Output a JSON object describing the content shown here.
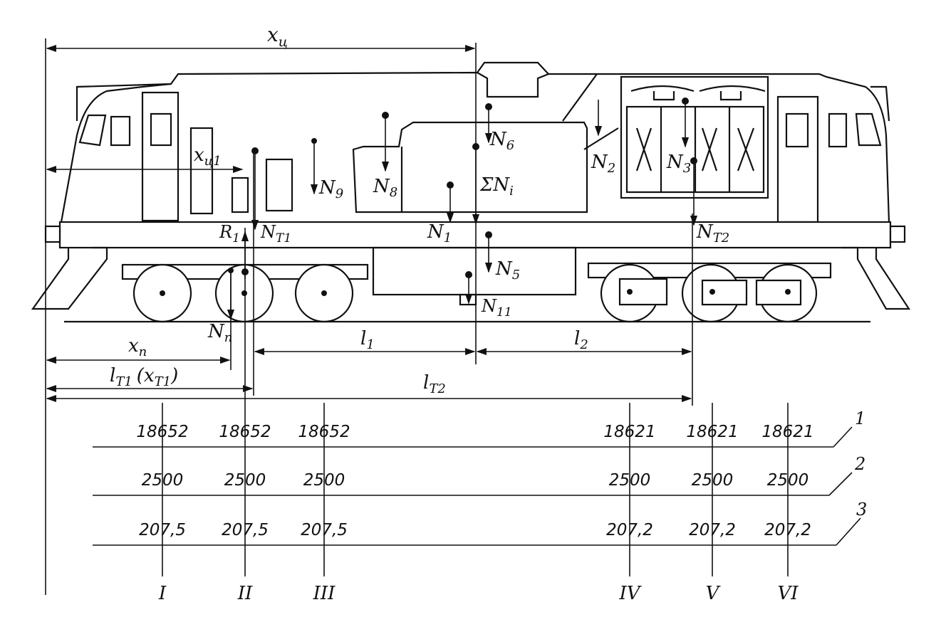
{
  "labels": {
    "x_c": "x",
    "x_c_sub": "ц",
    "x_c1": "x",
    "x_c1_sub": "ц1",
    "N9": "N",
    "N9_sub": "9",
    "N8": "N",
    "N8_sub": "8",
    "N6": "N",
    "N6_sub": "6",
    "sumNi": "ΣN",
    "sumNi_sub": "i",
    "N2": "N",
    "N2_sub": "2",
    "N3": "N",
    "N3_sub": "3",
    "R1": "R",
    "R1_sub": "1",
    "NT1": "N",
    "NT1_sub": "T1",
    "N1": "N",
    "N1_sub": "1",
    "NT2": "N",
    "NT2_sub": "T2",
    "N5": "N",
    "N5_sub": "5",
    "N11": "N",
    "N11_sub": "11",
    "Nn": "N",
    "Nn_sub": "п",
    "x_n": "x",
    "x_n_sub": "п",
    "l1": "l",
    "l1_sub": "1",
    "l2": "l",
    "l2_sub": "2",
    "lT1": "l",
    "lT1_sub": "T1",
    "lT1_paren": "(x",
    "lT1_paren_sub": "T1",
    "lT1_close": ")",
    "lT2": "l",
    "lT2_sub": "T2"
  },
  "table": {
    "row_markers": [
      "1",
      "2",
      "3"
    ],
    "axles": [
      "I",
      "II",
      "III",
      "IV",
      "V",
      "VI"
    ],
    "row1": [
      "18652",
      "18652",
      "18652",
      "18621",
      "18621",
      "18621"
    ],
    "row2": [
      "2500",
      "2500",
      "2500",
      "2500",
      "2500",
      "2500"
    ],
    "row3": [
      "207,5",
      "207,5",
      "207,5",
      "207,2",
      "207,2",
      "207,2"
    ]
  }
}
